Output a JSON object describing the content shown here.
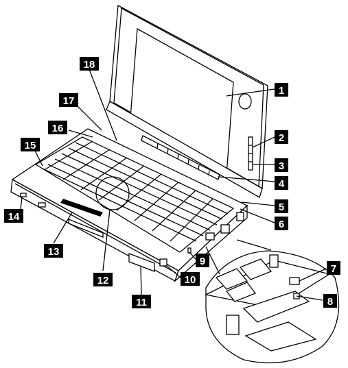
{
  "callouts": [
    {
      "id": "1",
      "label": "1"
    },
    {
      "id": "2",
      "label": "2"
    },
    {
      "id": "3",
      "label": "3"
    },
    {
      "id": "4",
      "label": "4"
    },
    {
      "id": "5",
      "label": "5"
    },
    {
      "id": "6",
      "label": "6"
    },
    {
      "id": "7",
      "label": "7"
    },
    {
      "id": "8",
      "label": "8"
    },
    {
      "id": "9",
      "label": "9"
    },
    {
      "id": "10",
      "label": "10"
    },
    {
      "id": "11",
      "label": "11"
    },
    {
      "id": "12",
      "label": "12"
    },
    {
      "id": "13",
      "label": "13"
    },
    {
      "id": "14",
      "label": "14"
    },
    {
      "id": "15",
      "label": "15"
    },
    {
      "id": "16",
      "label": "16"
    },
    {
      "id": "17",
      "label": "17"
    },
    {
      "id": "18",
      "label": "18"
    }
  ],
  "colors": {
    "ink": "#000000",
    "paper": "#ffffff"
  }
}
